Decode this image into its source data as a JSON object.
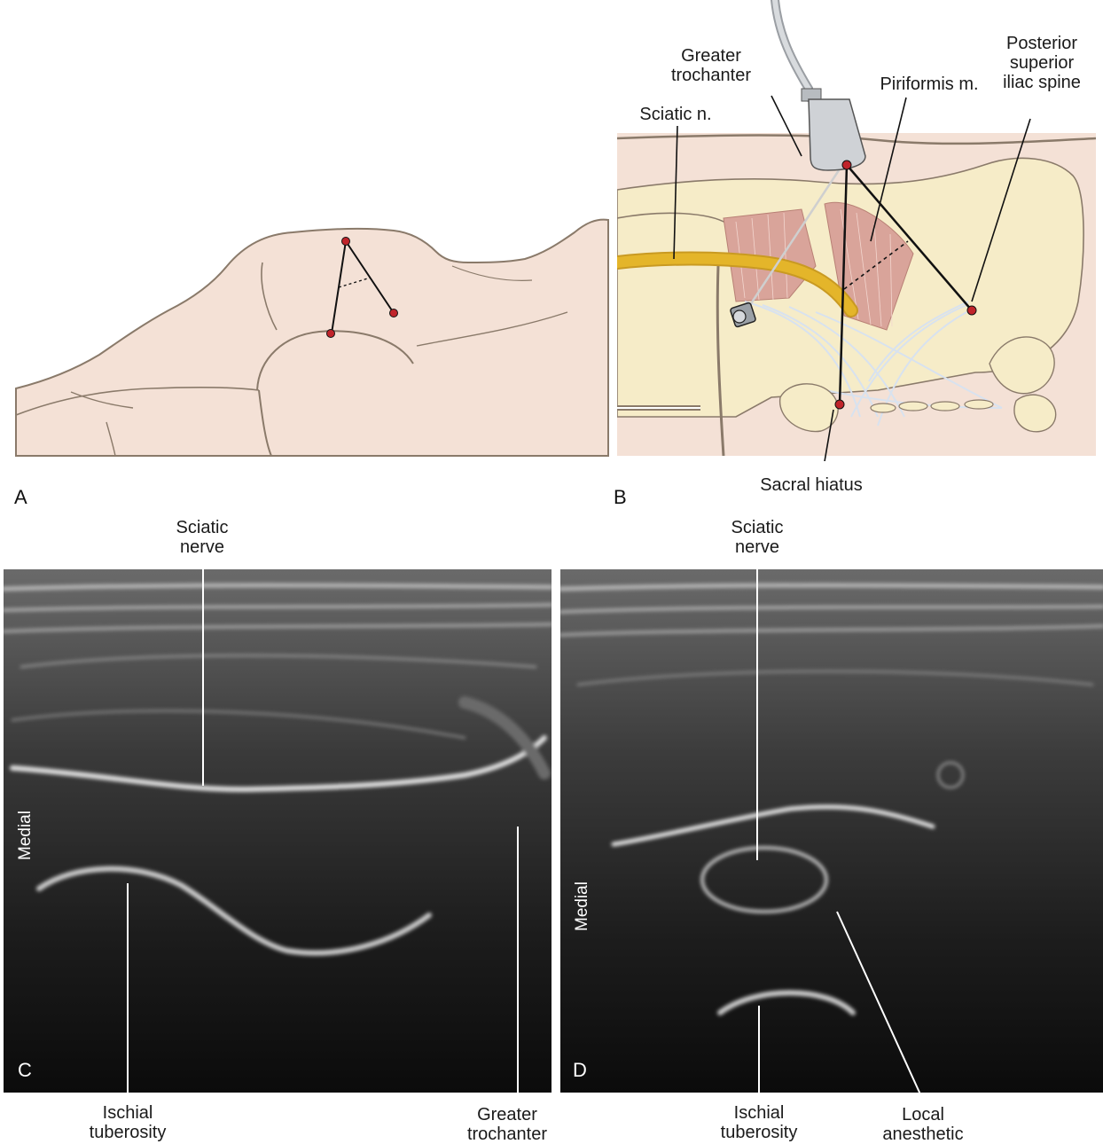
{
  "figure": {
    "panels": {
      "a": {
        "letter": "A"
      },
      "b": {
        "letter": "B",
        "labels": {
          "greater_trochanter": [
            "Greater",
            "trochanter"
          ],
          "sciatic_n": "Sciatic n.",
          "piriformis": "Piriformis m.",
          "psis": [
            "Posterior",
            "superior",
            "iliac spine"
          ],
          "sacral_hiatus": "Sacral hiatus"
        }
      },
      "c": {
        "letter": "C",
        "orientation": "Medial",
        "labels": {
          "sciatic_nerve": [
            "Sciatic",
            "nerve"
          ],
          "ischial_tuberosity": [
            "Ischial",
            "tuberosity"
          ],
          "greater_trochanter": [
            "Greater",
            "trochanter"
          ]
        }
      },
      "d": {
        "letter": "D",
        "orientation": "Medial",
        "labels": {
          "sciatic_nerve": [
            "Sciatic",
            "nerve"
          ],
          "ischial_tuberosity": [
            "Ischial",
            "tuberosity"
          ],
          "local_anesthetic": [
            "Local",
            "anesthetic"
          ]
        }
      }
    },
    "colors": {
      "skin": "#f4e1d6",
      "outline": "#8a7a6a",
      "bone": "#f6ecc8",
      "ligament": "#d8e2ef",
      "muscle": "#d9a49a",
      "nerve": "#e4b52a",
      "landmark": "#c0242b",
      "ultrasound_bg": "#141414"
    }
  }
}
